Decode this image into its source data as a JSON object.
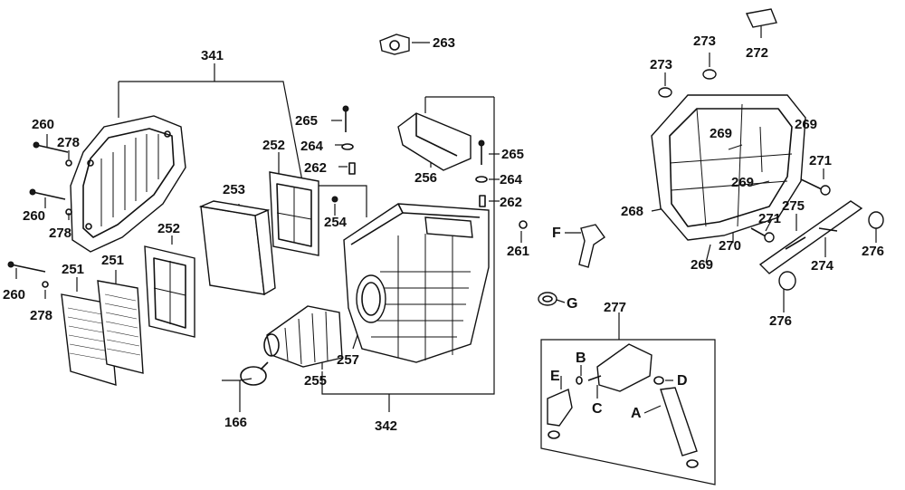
{
  "labels": {
    "p341": "341",
    "p342": "342",
    "p263": "263",
    "p272": "272",
    "p273a": "273",
    "p273b": "273",
    "p260a": "260",
    "p260b": "260",
    "p260c": "260",
    "p278a": "278",
    "p278b": "278",
    "p278c": "278",
    "p265a": "265",
    "p265b": "265",
    "p264a": "264",
    "p264b": "264",
    "p262a": "262",
    "p262b": "262",
    "p252a": "252",
    "p252b": "252",
    "p253": "253",
    "p254": "254",
    "p256": "256",
    "p261": "261",
    "p251a": "251",
    "p251b": "251",
    "p255": "255",
    "p257": "257",
    "p166": "166",
    "p269a": "269",
    "p269b": "269",
    "p269c": "269",
    "p269d": "269",
    "p271a": "271",
    "p271b": "271",
    "p268": "268",
    "p270": "270",
    "p275": "275",
    "p274": "274",
    "p276a": "276",
    "p276b": "276",
    "p277": "277",
    "F": "F",
    "G": "G",
    "A": "A",
    "B": "B",
    "C": "C",
    "D": "D",
    "E": "E"
  }
}
